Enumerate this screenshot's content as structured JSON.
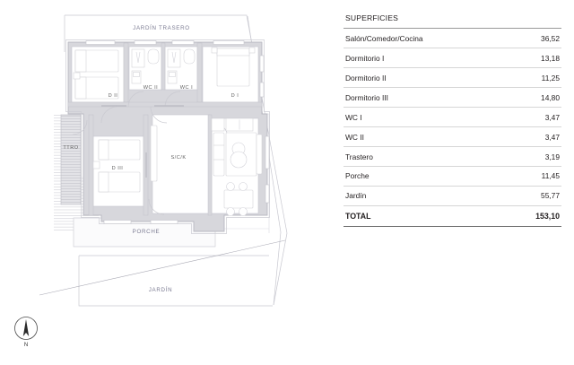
{
  "plan": {
    "title_hidden": "",
    "plot_labels": {
      "rear_garden": "JARDÍN TRASERO",
      "porch": "PORCHE",
      "garden": "JARDÍN"
    },
    "room_labels": {
      "bedroom_2": "D II",
      "bedroom_1": "D I",
      "bedroom_3": "D III",
      "wc_2": "WC II",
      "wc_1": "WC I",
      "storage": "TTRO",
      "living": "S/C/K"
    },
    "compass": {
      "letter": "N",
      "name": "north-arrow"
    },
    "colors": {
      "wall_fill": "#d7d7dc",
      "room_fill": "#ffffff",
      "outline": "#b9b9c2",
      "plot_line": "#c8c8d0",
      "label_text": "#6f6f86",
      "furniture_stroke": "#d2d2d8"
    }
  },
  "table": {
    "header": "SUPERFICIES",
    "rows": [
      {
        "label": "Salón/Comedor/Cocina",
        "value": "36,52"
      },
      {
        "label": "Dormitorio I",
        "value": "13,18"
      },
      {
        "label": "Dormitorio II",
        "value": "11,25"
      },
      {
        "label": "Dormitorio III",
        "value": "14,80"
      },
      {
        "label": "WC I",
        "value": "3,47"
      },
      {
        "label": "WC II",
        "value": "3,47"
      },
      {
        "label": "Trastero",
        "value": "3,19"
      },
      {
        "label": "Porche",
        "value": "11,45"
      },
      {
        "label": "Jardín",
        "value": "55,77"
      }
    ],
    "total": {
      "label": "TOTAL",
      "value": "153,10"
    }
  }
}
